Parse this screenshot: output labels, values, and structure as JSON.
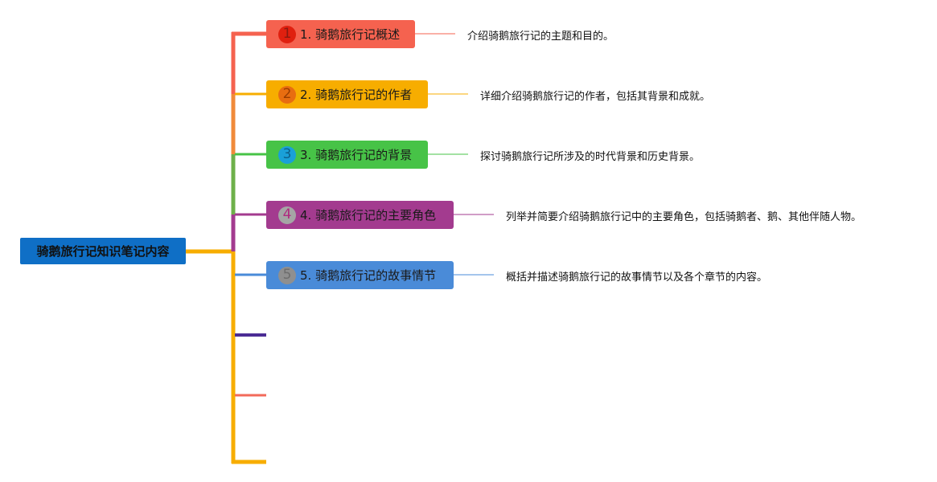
{
  "root": {
    "label": "骑鹅旅行记知识笔记内容"
  },
  "colors": {
    "root": "#0f6fc6",
    "trunk": "#f7ad00",
    "branch_1": "#f5624f",
    "branch_2": "#f7ad00",
    "branch_3": "#47c347",
    "branch_4": "#a33b8f",
    "branch_5": "#4a8bd8",
    "empty_1": "#4b2c94",
    "empty_2": "#f26a5a",
    "empty_3": "#f7ad00"
  },
  "topics": [
    {
      "number": "1",
      "label": "1. 骑鹅旅行记概述",
      "note": "介绍骑鹅旅行记的主题和目的。",
      "color": "#f5624f",
      "badge_color": "#e0200f",
      "badge_text_color": "#8a1a10"
    },
    {
      "number": "2",
      "label": "2. 骑鹅旅行记的作者",
      "note": "详细介绍骑鹅旅行记的作者，包括其背景和成就。",
      "color": "#f7ad00",
      "badge_color": "#e86d10",
      "badge_text_color": "#9a3d00"
    },
    {
      "number": "3",
      "label": "3. 骑鹅旅行记的背景",
      "note": "探讨骑鹅旅行记所涉及的时代背景和历史背景。",
      "color": "#47c347",
      "badge_color": "#1aa0d8",
      "badge_text_color": "#0c5f8a"
    },
    {
      "number": "4",
      "label": "4. 骑鹅旅行记的主要角色",
      "note": "列举并简要介绍骑鹅旅行记中的主要角色，包括骑鹅者、鹅、其他伴随人物。",
      "color": "#a33b8f",
      "badge_color": "#a5a5a5",
      "badge_text_color": "#b0297f"
    },
    {
      "number": "5",
      "label": "5. 骑鹅旅行记的故事情节",
      "note": "概括并描述骑鹅旅行记的故事情节以及各个章节的内容。",
      "color": "#4a8bd8",
      "badge_color": "#8f8f8f",
      "badge_text_color": "#6d6d6d"
    }
  ]
}
